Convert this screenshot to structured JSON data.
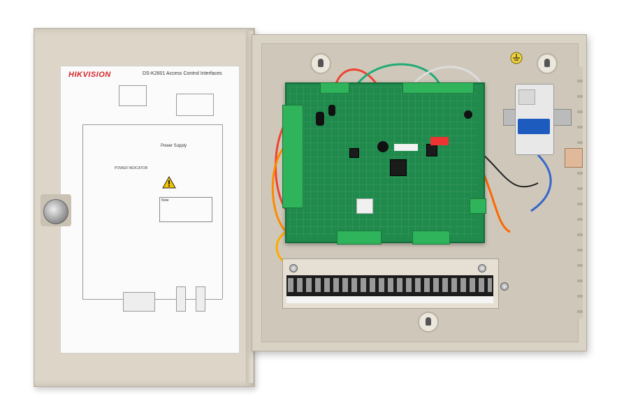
{
  "label_sheet": {
    "brand": "HIKVISION",
    "title": "DS-K2601 Access Control Interfaces",
    "power_supply_heading": "Power Supply",
    "power_indicator": "POWER INDICATOR",
    "note_heading": "Note"
  },
  "colors": {
    "enclosure": "#d9d3c6",
    "pcb": "#1f8a4c",
    "terminal_green": "#2fb35b",
    "brand_red": "#d4252a",
    "breaker_blue": "#1e5bbf"
  },
  "icons": {
    "warning": "warning-triangle-icon",
    "ground": "ground-symbol-icon"
  }
}
